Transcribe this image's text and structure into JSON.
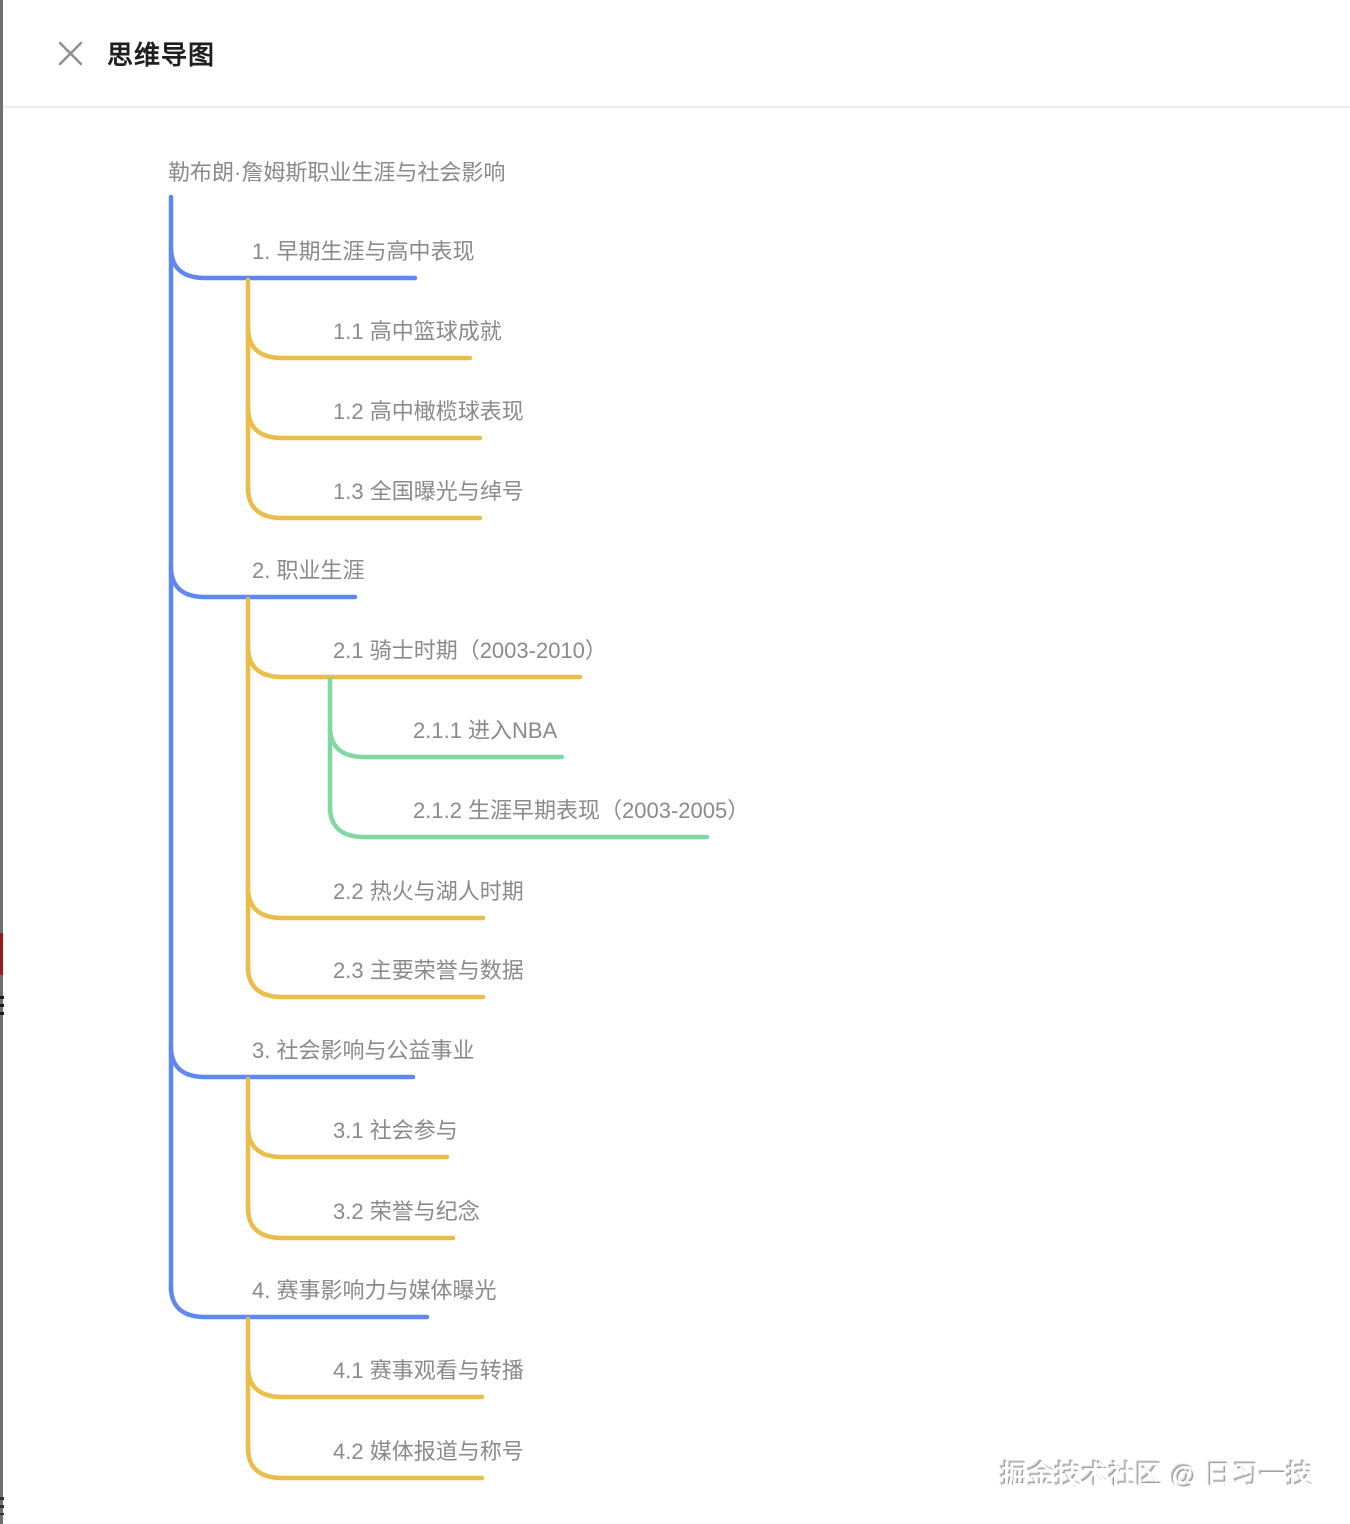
{
  "header": {
    "title": "思维导图",
    "close_icon": "x"
  },
  "mindmap": {
    "root": {
      "label": "勒布朗·詹姆斯职业生涯与社会影响"
    },
    "branches": [
      {
        "label": "1. 早期生涯与高中表现",
        "children": [
          {
            "label": "1.1 高中篮球成就"
          },
          {
            "label": "1.2 高中橄榄球表现"
          },
          {
            "label": "1.3 全国曝光与绰号"
          }
        ]
      },
      {
        "label": "2. 职业生涯",
        "children": [
          {
            "label": "2.1 骑士时期（2003-2010）",
            "children": [
              {
                "label": "2.1.1 进入NBA"
              },
              {
                "label": "2.1.2 生涯早期表现（2003-2005）"
              }
            ]
          },
          {
            "label": "2.2 热火与湖人时期"
          },
          {
            "label": "2.3 主要荣誉与数据"
          }
        ]
      },
      {
        "label": "3. 社会影响与公益事业",
        "children": [
          {
            "label": "3.1 社会参与"
          },
          {
            "label": "3.2 荣誉与纪念"
          }
        ]
      },
      {
        "label": "4. 赛事影响力与媒体曝光",
        "children": [
          {
            "label": "4.1 赛事观看与转播"
          },
          {
            "label": "4.2 媒体报道与称号"
          }
        ]
      }
    ],
    "colors": {
      "level1": "#5E87EF",
      "level2": "#EABD4B",
      "level3": "#81D8A4"
    }
  },
  "watermark": {
    "text": "掘金技术社区 @ 日习一技"
  }
}
